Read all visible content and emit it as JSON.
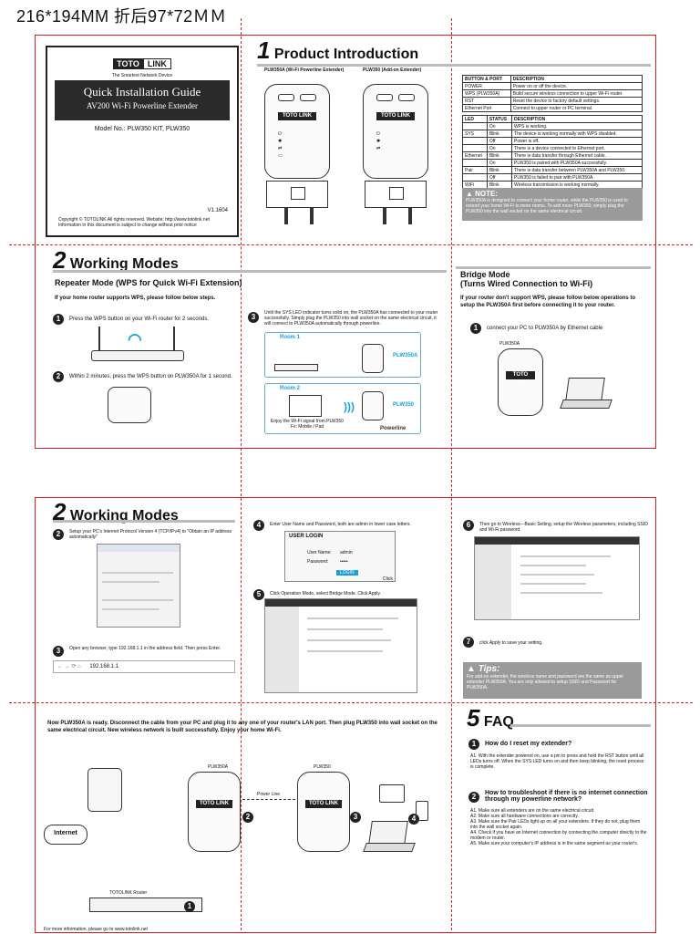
{
  "header": {
    "size_text": "216*194MM  折后97*72ＭＭ"
  },
  "cover": {
    "logo_toto": "TOTO",
    "logo_link": "LINK",
    "logo_tagline": "The Smartest Network Device",
    "title": "Quick Installation Guide",
    "subtitle": "AV200 Wi-Fi Powerline Extender",
    "model": "Model No.: PLW350 KIT, PLW350",
    "version": "V1.1604",
    "copyright": "Copyright © TOTOLINK All rights reserved. Website: http://www.totolink.net",
    "copyright2": "Information in this document is subject to change without prior notice"
  },
  "intro": {
    "num": "1",
    "title": "Product Introduction",
    "dev1_label": "PLW350A (Wi-Fi Powerline Extender)",
    "dev2_label": "PLW350 (Add-on Extender)",
    "wps": "WPS",
    "power": "POWER",
    "brand": "TOTO LINK",
    "rst": "RST",
    "port_table": {
      "headers": [
        "BUTTON & PORT",
        "DESCRIPTION"
      ],
      "rows": [
        [
          "POWER",
          "Power on or off the device."
        ],
        [
          "WPS (PLW350A)",
          "Build secure wireless connection to upper Wi-Fi router."
        ],
        [
          "RST",
          "Reset the device to factory default settings."
        ],
        [
          "Ethernet Port",
          "Connect to upper router or PC terminal."
        ]
      ]
    },
    "led_table": {
      "headers": [
        "LED",
        "STATUS",
        "DESCRIPTION"
      ],
      "rows": [
        [
          "",
          "On",
          "WPS is working."
        ],
        [
          "SYS",
          "Blink",
          "The device is working normally with WPS disabled."
        ],
        [
          "",
          "Off",
          "Power is off."
        ],
        [
          "",
          "On",
          "There is a device connected to Ethernet port."
        ],
        [
          "Ethernet",
          "Blink",
          "There is data transfer through Ethernet cable."
        ],
        [
          "",
          "On",
          "PLW350 is paired with PLW350A successfully."
        ],
        [
          "Pair",
          "Blink",
          "There is data transfer between PLW350A and PLW350."
        ],
        [
          "",
          "Off",
          "PLW350 is failed to pair with PLW350A."
        ],
        [
          "WiFi",
          "Blink",
          "Wireless transmission is working normally."
        ]
      ]
    },
    "note_title": "NOTE:",
    "note_text": "PLW350A is designed to connect your home router, while the PLW350 is used to extend your home Wi-Fi to more rooms. To add more PLW350, simply plug the PLW350 into the wall socket on the same electrical circuit."
  },
  "working1": {
    "num": "2",
    "title": "Working Modes",
    "repeater_title": "Repeater Mode (WPS for Quick Wi-Fi Extension)",
    "repeater_intro": "If your home router supports WPS, please follow below steps.",
    "step1": "Press the WPS button on your Wi-Fi router for 2 seconds.",
    "step2": "Within 2 minutes, press the WPS button on PLW350A for 1 second.",
    "step3": "Until the SYS LED indicator turns solid on, the PLW350A has connected to your router successfully. Simply plug the PLW350 into wall socket on the same electrical circuit, it will connect to PLW350A automatically through powerline.",
    "room1": "Room 1",
    "room2": "Room 2",
    "plw350a": "PLW350A",
    "plw350": "PLW350",
    "room2_caption": "Enjoy the Wi-Fi signal from PLW350 Fx: Mobile / Pad",
    "powerline": "Powerline",
    "bridge_title1": "Bridge Mode",
    "bridge_title2": "(Turns Wired Connection to Wi-Fi)",
    "bridge_intro": "If your router don't support WPS, please follow below operations to setup the PLW350A first before connecting it to your router.",
    "bridge_step1": "connect your PC to PLW350A by Ethernet cable",
    "bridge_dev_label": "PLW350A"
  },
  "working2": {
    "num": "2",
    "title": "Working Modes",
    "s2": "Setup your PC's Internet Protocol Version 4 (TCP/IPv4) to \"Obtain an IP address automatically\"",
    "s3": "Open any browser, type 192.168.1.1 in the address field. Then press Enter.",
    "address": "192.168.1.1",
    "s4": "Enter User Name and Password, both are admin in lower case letters.",
    "login_title": "USER LOGIN",
    "login_user": "User Name:",
    "login_user_val": "admin",
    "login_pass": "Password:",
    "login_pass_val": "•••••",
    "login_btn": "LOGIN",
    "click": "Click",
    "s5": "Click Operation Mode, select Bridge Mode. Click Apply.",
    "s6": "Then go to Wireless—Basic Setting, setup the Wireless parameters, including SSID and Wi-Fi password.",
    "s7": "click Apply to save your setting.",
    "tips_title": "Tips:",
    "tips_text": "For add-on extender, the wireless name and password are the same as upper extender PLW350A. You are only allowed to setup SSID and Password for PLW350A."
  },
  "ready": {
    "text": "Now PLW350A is ready. Disconnect the cable from your PC and plug it to any one of your router's LAN port. Then plug PLW350 into wall socket on the same electrical circuit. New wireless network is built successfully. Enjoy your home Wi-Fi.",
    "internet": "Internet",
    "router_label": "TOTOLINK Router",
    "plw350a": "PLW350A",
    "plw350": "PLW350",
    "power_line": "Power Line",
    "n1": "1",
    "n2": "2",
    "n3": "3",
    "n4": "4",
    "footer": "For more information, please go to www.totolink.net"
  },
  "faq": {
    "num": "5",
    "title": "FAQ",
    "q1": "How do I reset my extender?",
    "a1": "A1. With the extender powered on, use a pin to press and hold the RST button until all LEDs turns off. When the SYS LED turns on and then keep blinking, the reset process is complete.",
    "q2": "How to troubleshoot if there is no internet connection through my powerline network?",
    "a2_1": "A1. Make sure all extenders are on the same electrical circuit.",
    "a2_2": "A2. Make sure all hardware connections are correctly.",
    "a2_3": "A3. Make sure the Pair LEDs light up on all your extenders. If they do not, plug them into the wall socket again.",
    "a2_4": "A4. Check if you have an Internet connection by connecting the computer directly to the modem or router.",
    "a2_5": "A5. Make sure your computer's IP address is in the same segment as your router's."
  },
  "colors": {
    "accent": "#d0202a",
    "wifi": "#1aa0d8",
    "note_bg": "#9a9a9a"
  }
}
